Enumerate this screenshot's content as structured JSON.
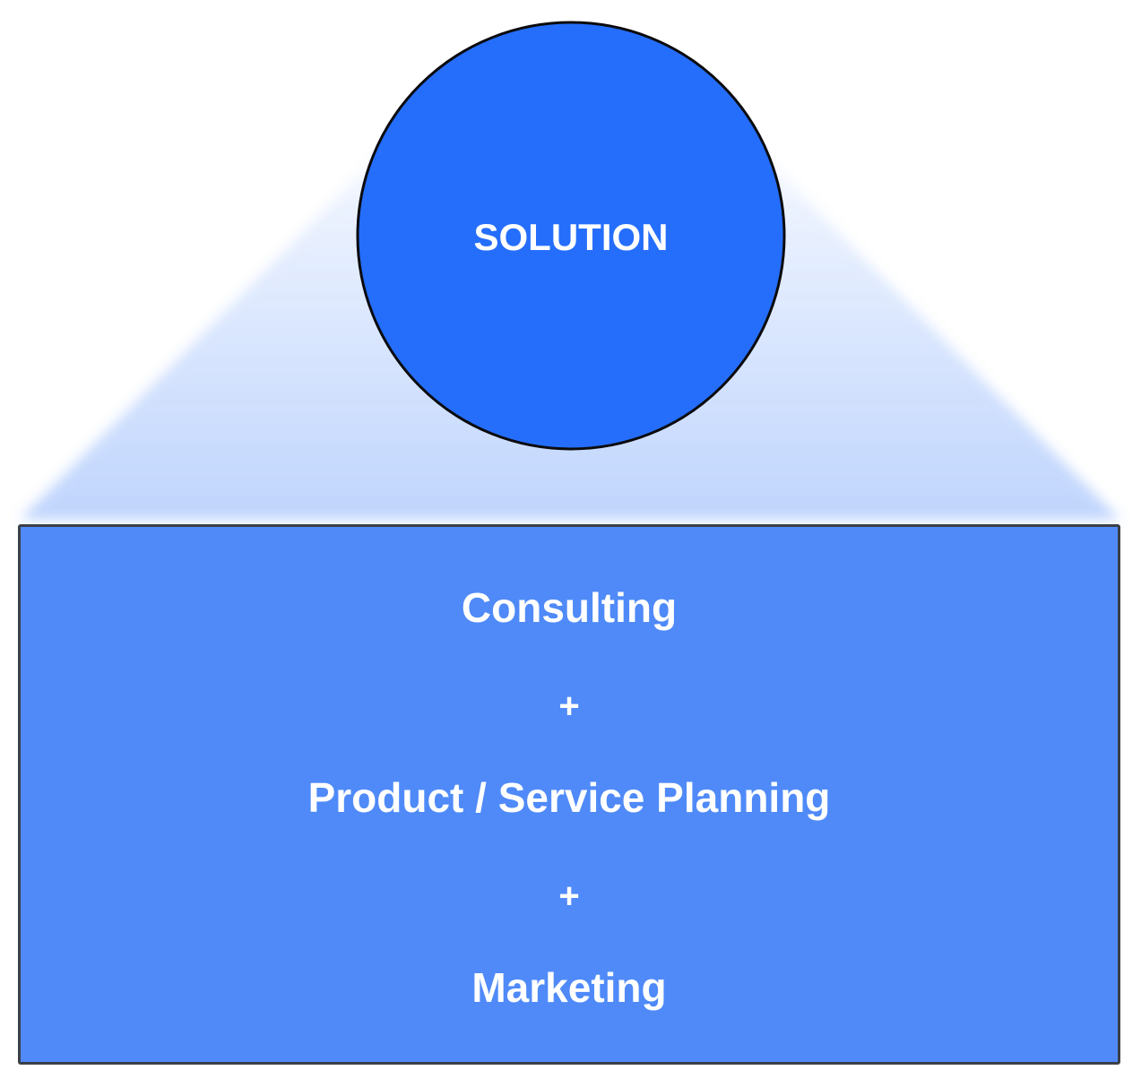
{
  "top_node": {
    "label": "SOLUTION",
    "fill": "#256efc",
    "stroke": "#0b0b0d"
  },
  "spotlight": {
    "color": "#4f8af8"
  },
  "components_box": {
    "fill": "#4f8af8",
    "border": "#3b3f48",
    "lines": [
      {
        "kind": "item",
        "text": "Consulting"
      },
      {
        "kind": "plus",
        "text": "+"
      },
      {
        "kind": "item",
        "text": "Product / Service Planning"
      },
      {
        "kind": "plus",
        "text": "+"
      },
      {
        "kind": "item",
        "text": "Marketing"
      }
    ]
  }
}
